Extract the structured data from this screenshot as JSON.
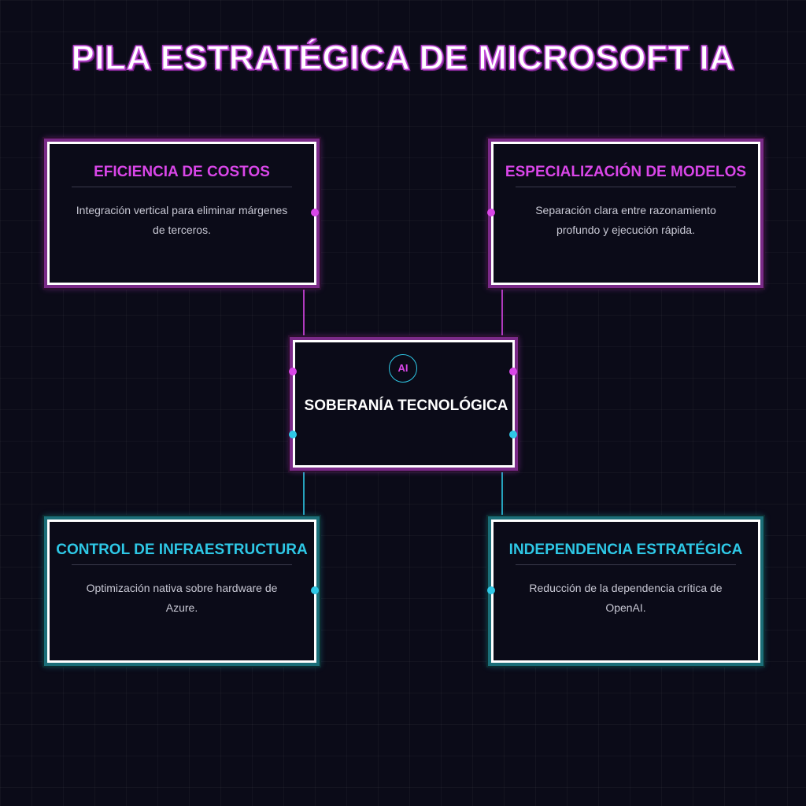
{
  "title": "PILA ESTRATÉGICA DE MICROSOFT IA",
  "center": {
    "badge": "AI",
    "label": "SOBERANÍA TECNOLÓGICA"
  },
  "cards": {
    "top_left": {
      "title": "EFICIENCIA DE COSTOS",
      "description": "Integración vertical para eliminar márgenes de terceros.",
      "accent": "#d946e8"
    },
    "top_right": {
      "title": "ESPECIALIZACIÓN DE MODELOS",
      "description": "Separación clara entre razonamiento profundo y ejecución rápida.",
      "accent": "#d946e8"
    },
    "bottom_left": {
      "title": "CONTROL DE INFRAESTRUCTURA",
      "description": "Optimización nativa sobre hardware de Azure.",
      "accent": "#2ec8e6"
    },
    "bottom_right": {
      "title": "INDEPENDENCIA ESTRATÉGICA",
      "description": "Reducción de la dependencia crítica de OpenAI.",
      "accent": "#2ec8e6"
    }
  },
  "colors": {
    "background": "#0b0b18",
    "pink": "#d946e8",
    "cyan": "#2ec8e6",
    "border": "#ffffff"
  }
}
